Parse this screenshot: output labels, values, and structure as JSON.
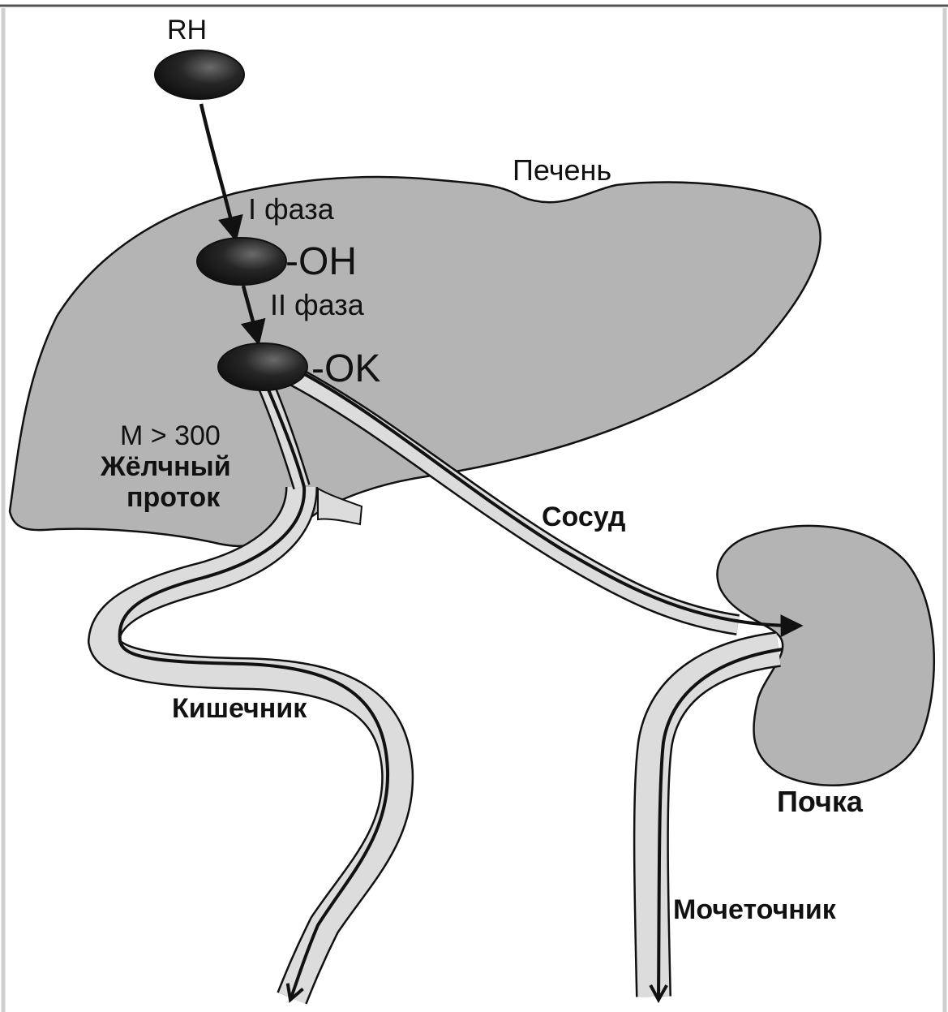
{
  "diagram": {
    "labels": {
      "substance": "RH",
      "liver": "Печень",
      "phase1": "I фаза",
      "hydroxyl": "-OH",
      "phase2": "II фаза",
      "conjugate": "-OK",
      "mass_threshold": "M > 300",
      "bile_duct_line1": "Жёлчный",
      "bile_duct_line2": "проток",
      "vessel": "Сосуд",
      "intestine": "Кишечник",
      "kidney": "Почка",
      "ureter": "Мочеточник"
    },
    "colors": {
      "organ_fill": "#b4b4b4",
      "duct_fill": "#dcdcdc",
      "outline": "#111111",
      "molecule": "#1c1c1c"
    }
  }
}
